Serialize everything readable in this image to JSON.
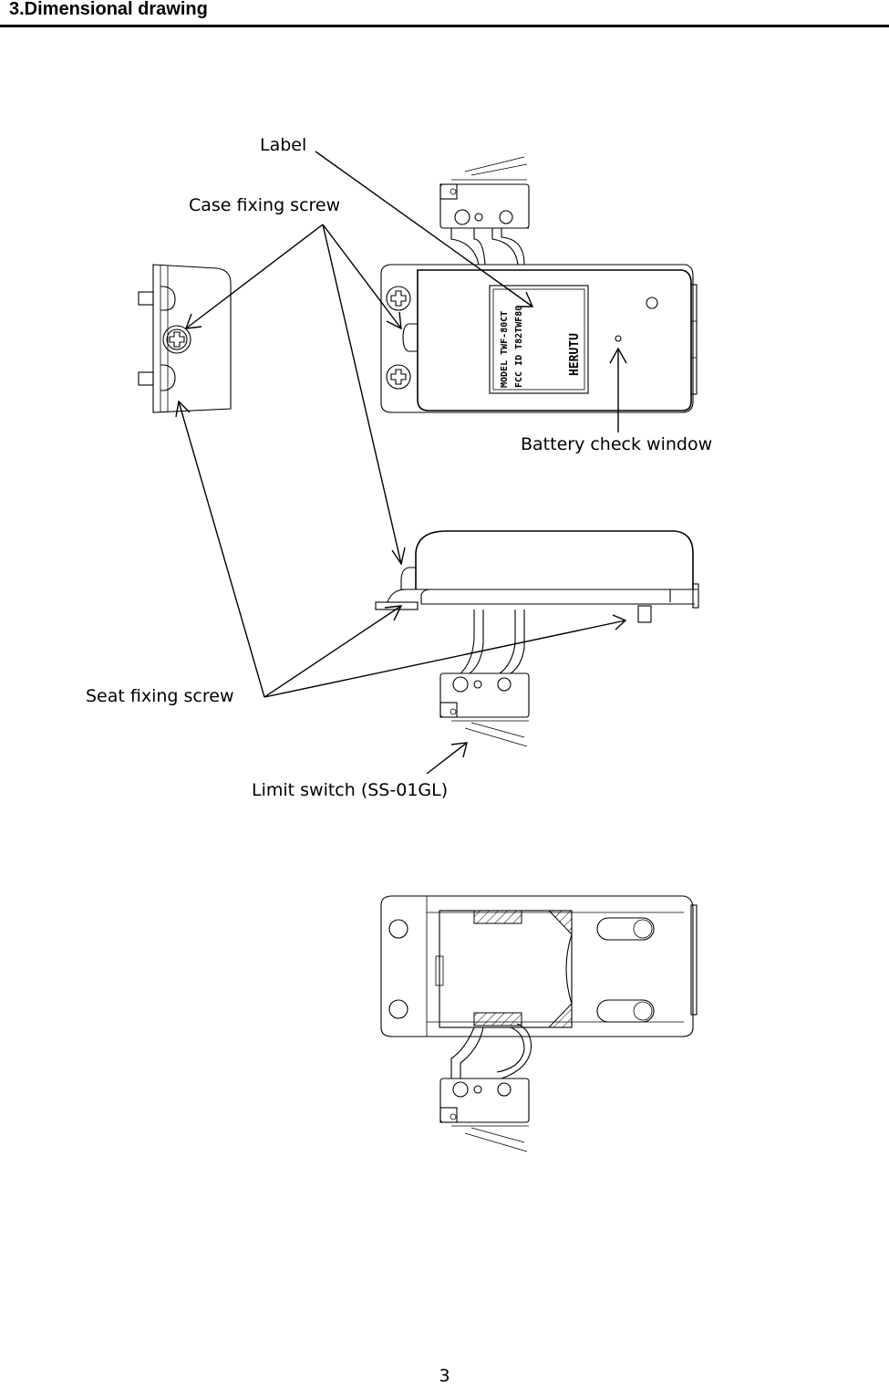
{
  "header": {
    "title": "3.Dimensional drawing"
  },
  "callouts": {
    "label": "Label",
    "case_fixing_screw": "Case fixing screw",
    "battery_check_window": "Battery check window",
    "seat_fixing_screw": "Seat fixing screw",
    "limit_switch": "Limit switch (SS-01GL)"
  },
  "device_label": {
    "line1": "MODEL TWF-80CT",
    "line2": "FCC ID T82TWF80",
    "brand": "HERUTU"
  },
  "footer": {
    "page_number": "3"
  }
}
